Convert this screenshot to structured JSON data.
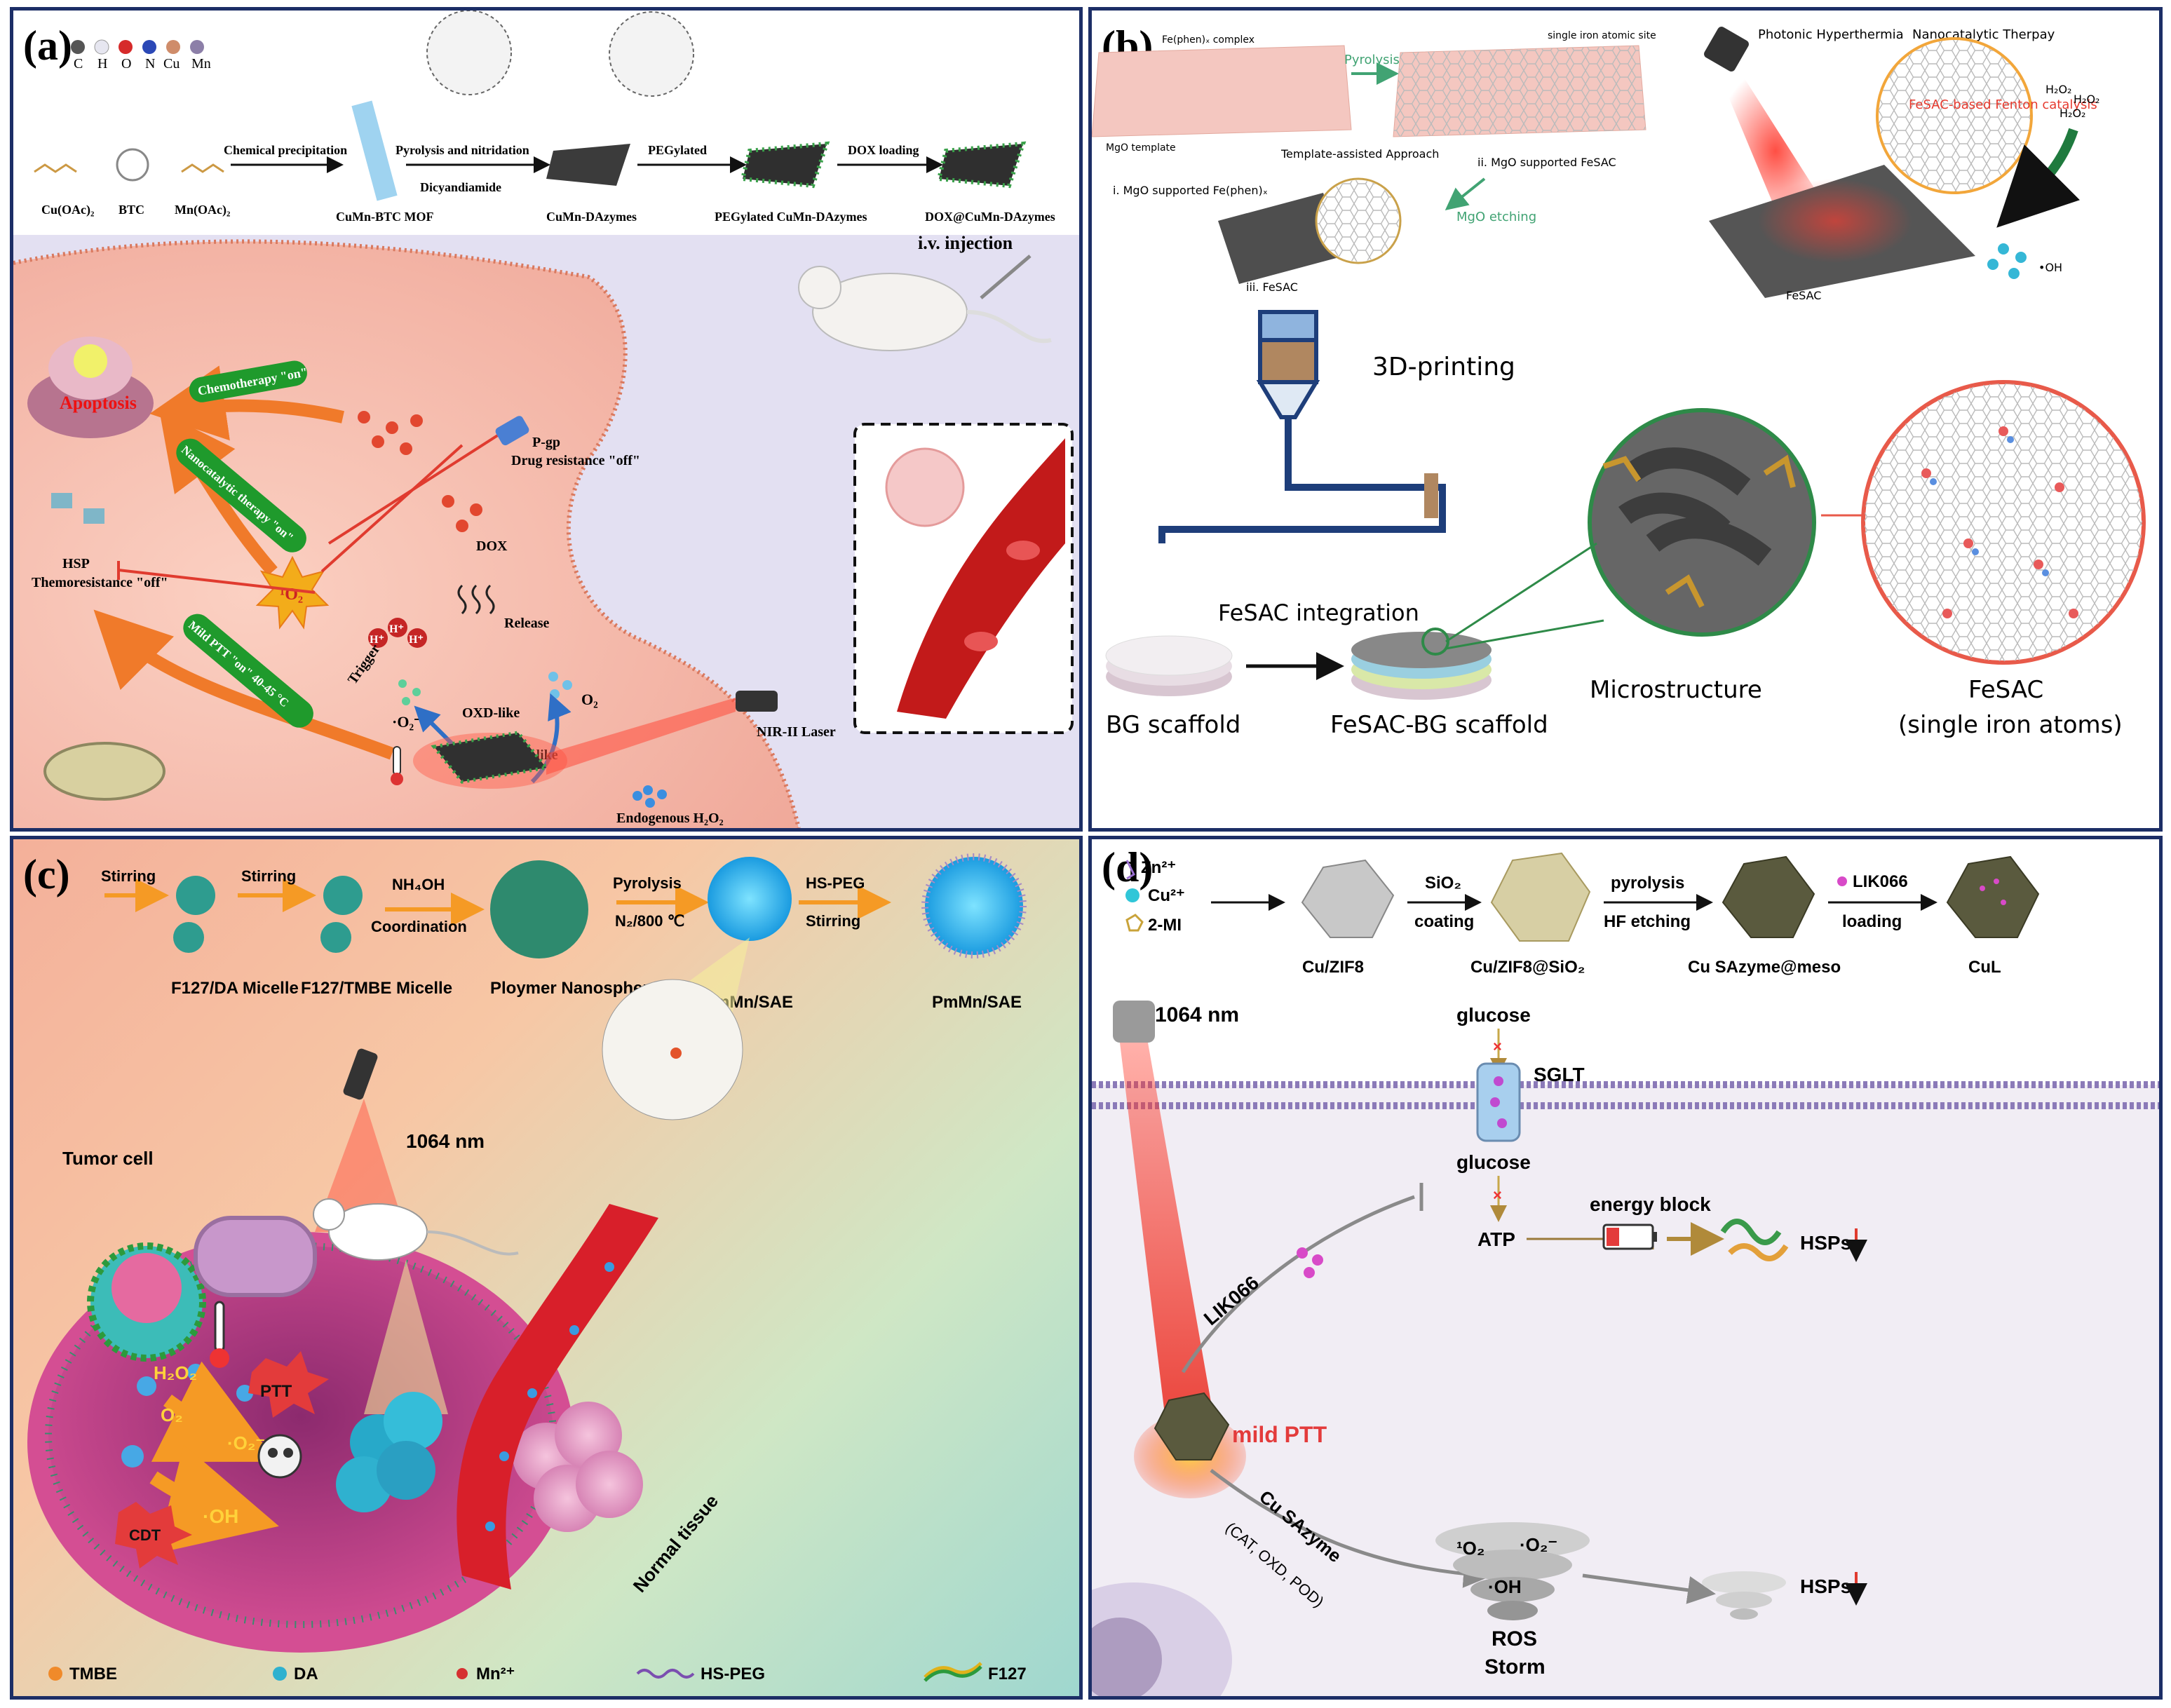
{
  "panels": {
    "a": {
      "letter": "(a)",
      "atoms": [
        "C",
        "H",
        "O",
        "N",
        "Cu",
        "Mn"
      ],
      "precursors": [
        "Cu(OAc)₂",
        "BTC",
        "Mn(OAc)₂"
      ],
      "steps": [
        "Chemical precipitation",
        "Pyrolysis and nitridation",
        "Dicyandiamide",
        "PEGylated",
        "DOX loading"
      ],
      "materials": [
        "CuMn-BTC MOF",
        "CuMn-DAzymes",
        "PEGylated CuMn-DAzymes",
        "DOX@CuMn-DAzymes"
      ],
      "injection": "i.v. injection",
      "labels": {
        "apoptosis": "Apoptosis",
        "chemo": "Chemotherapy \"on\"",
        "nano": "Nanocatalytic therapy \"on\"",
        "mild": "Mild PTT \"on\" 40-45 °C",
        "pgp": "P-gp",
        "drug": "Drug resistance \"off\"",
        "dox": "DOX",
        "hsp": "HSP",
        "thermo": "Themoresistance \"off\"",
        "o2s": "¹O₂",
        "trigger": "Trigger",
        "release": "Release",
        "superoxide": "·O₂⁻",
        "o2": "O₂",
        "oxd": "OXD-like",
        "cat": "CAT-like",
        "endo": "Endogenous H₂O₂",
        "laser": "NIR-II Laser",
        "h": "H⁺"
      }
    },
    "b": {
      "letter": "(b)",
      "labels": {
        "fecomplex": "Fe(phen)ₓ complex",
        "mgo_template": "MgO template",
        "pyrolysis": "Pyrolysis",
        "single_iron": "single iron atomic site",
        "template": "Template-assisted Approach",
        "step1": "i. MgO supported Fe(phen)ₓ",
        "step2": "ii. MgO supported FeSAC",
        "mgo_etching": "MgO etching",
        "step3": "iii. FeSAC",
        "photonic": "Photonic Hyperthermia",
        "nanocat": "Nanocatalytic Therpay",
        "h2o2": "H₂O₂",
        "fenton": "FeSAC-based Fenton catalysis",
        "oh": "•OH",
        "fesac_small": "FeSAC",
        "printing": "3D-printing",
        "integration": "FeSAC integration",
        "bg": "BG scaffold",
        "fesac_bg": "FeSAC-BG scaffold",
        "micro": "Microstructure",
        "fesac": "FeSAC",
        "single_atoms": "(single iron atoms)"
      }
    },
    "c": {
      "letter": "(c)",
      "steps": [
        "Stirring",
        "Stirring",
        "NH₄OH",
        "Coordination",
        "Pyrolysis",
        "N₂/800 ℃",
        "HS-PEG",
        "Stirring"
      ],
      "materials": [
        "F127/DA Micelle",
        "F127/TMBE Micelle",
        "Ploymer Nanospheres",
        "mMn/SAE",
        "PmMn/SAE"
      ],
      "labels": {
        "laser": "1064 nm",
        "tumor": "Tumor cell",
        "h2o2": "H₂O₂",
        "o2": "O₂",
        "o2s": "·O₂⁻",
        "oh": "·OH",
        "ptt": "PTT",
        "cdt": "CDT",
        "normal": "Normal tissue"
      },
      "legend": [
        "TMBE",
        "DA",
        "Mn²⁺",
        "HS-PEG",
        "F127"
      ]
    },
    "d": {
      "letter": "(d)",
      "reagents": [
        "Zn²⁺",
        "Cu²⁺",
        "2-MI"
      ],
      "steps": [
        "SiO₂",
        "coating",
        "pyrolysis",
        "HF etching",
        "LIK066",
        "loading"
      ],
      "materials": [
        "Cu/ZIF8",
        "Cu/ZIF8@SiO₂",
        "Cu SAzyme@meso",
        "CuL"
      ],
      "labels": {
        "laser": "1064 nm",
        "glucose": "glucose",
        "sglt": "SGLT",
        "glucose2": "glucose",
        "lik": "LIK066",
        "energy": "energy block",
        "atp": "ATP",
        "hsps": "HSPs",
        "mild": "mild PTT",
        "cusazyme": "Cu SAzyme",
        "enzymes": "(CAT, OXD, POD)",
        "o2s": "¹O₂",
        "o2r": "·O₂⁻",
        "oh": "·OH",
        "ros": "ROS",
        "storm": "Storm",
        "hsps2": "HSPs"
      }
    }
  },
  "colors": {
    "frame": "#1c2e66",
    "arrow_orange": "#f07a2a",
    "inhibit_red": "#e03b2f",
    "green_badge": "#1f9a2c",
    "laser_red": "#e8352b"
  }
}
